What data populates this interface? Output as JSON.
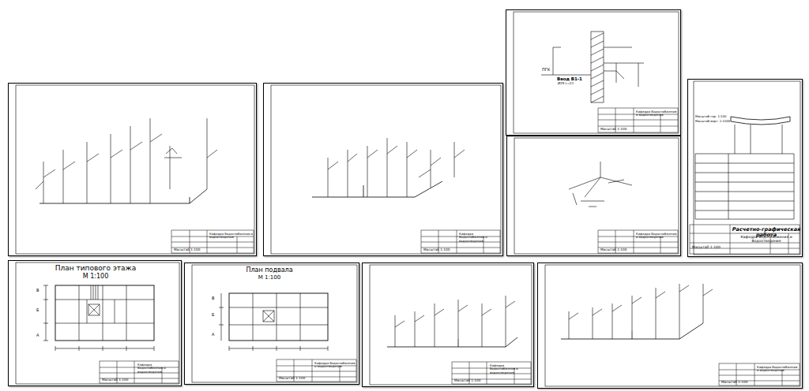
{
  "diagram": {
    "nodes": [
      {
        "text": [
          "Кафедра Водоснабжения и водоотведения",
          "Масштаб 1:100"
        ]
      },
      {
        "text": [
          "Кафедра Водоснабжения и водоотведения",
          "Масштаб 1:100"
        ]
      },
      {
        "text": [
          "Ввод В1-1",
          "Кафедра Водоснабжения и водоотведения",
          "Масштаб 1:100"
        ]
      },
      {
        "text": [
          "Кафедра Водоснабжения и водоотведения",
          "Масштаб 1:100"
        ]
      },
      {
        "text": [
          "Расчетно-графическая работа",
          "Кафедра Водоснабжения и Водоотведения",
          "Масштаб 1:100"
        ]
      },
      {
        "text": [
          "План типового этажа",
          "М 1:100",
          "Кафедра Водоснабжения и водоотведения",
          "Масштаб 1:100"
        ]
      },
      {
        "text": [
          "План подвала",
          "М 1:100",
          "Кафедра Водоснабжения и водоотведения",
          "Масштаб 1:100"
        ]
      },
      {
        "text": [
          "Кафедра Водоснабжения и водоотведения",
          "Масштаб 1:100"
        ]
      },
      {
        "text": [
          "Кафедра Водоснабжения и водоотведения",
          "Масштаб 1:100"
        ]
      }
    ],
    "edges": [],
    "labels": [
      "ПГК",
      "Ø25 L=21",
      "Масштаб гор. 1:100",
      "Масштаб верт. 1:1000",
      "В",
      "Б",
      "А",
      "В",
      "Б",
      "А"
    ]
  }
}
